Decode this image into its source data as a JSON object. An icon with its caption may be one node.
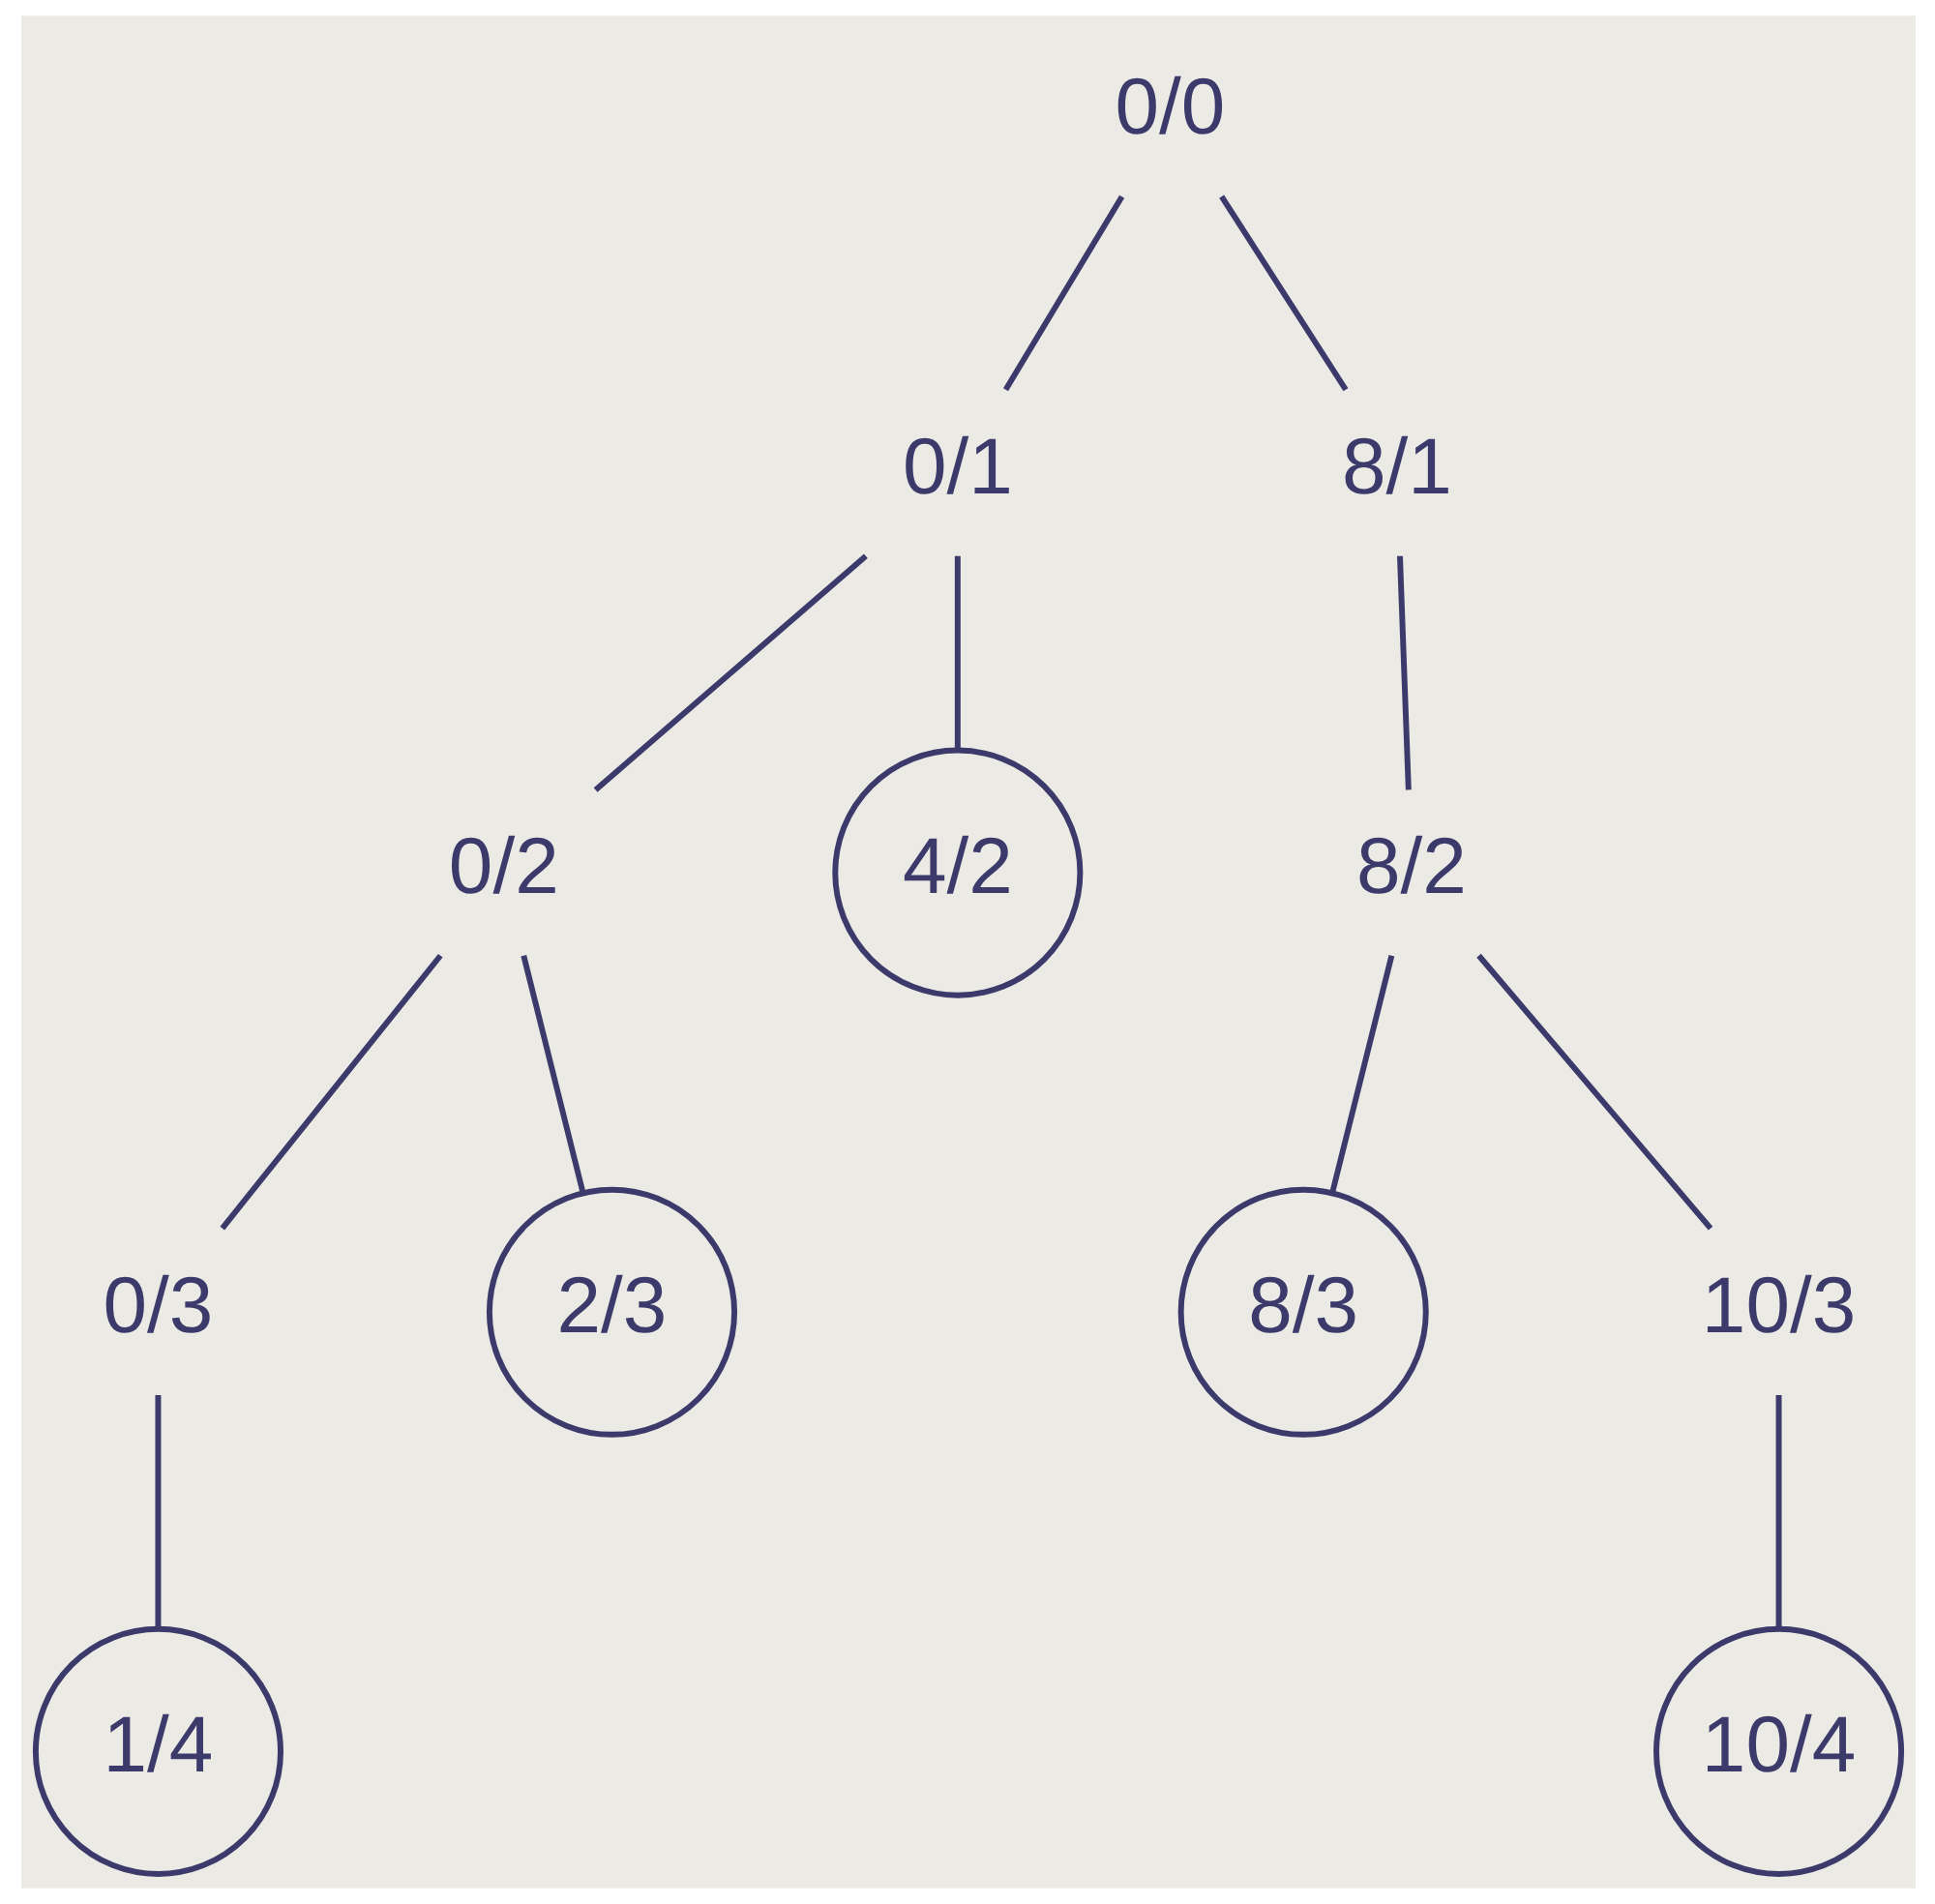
{
  "diagram": {
    "nodes": [
      {
        "text": [
          "0/0"
        ]
      },
      {
        "text": [
          "0/1"
        ]
      },
      {
        "text": [
          "8/1"
        ]
      },
      {
        "text": [
          "0/2"
        ]
      },
      {
        "text": [
          "4/2"
        ]
      },
      {
        "text": [
          "8/2"
        ]
      },
      {
        "text": [
          "0/3"
        ]
      },
      {
        "text": [
          "2/3"
        ]
      },
      {
        "text": [
          "8/3"
        ]
      },
      {
        "text": [
          "10/3"
        ]
      },
      {
        "text": [
          "1/4"
        ]
      },
      {
        "text": [
          "10/4"
        ]
      }
    ],
    "edges": [
      {
        "from": 0,
        "to": 1,
        "arrow": "none"
      },
      {
        "from": 0,
        "to": 2,
        "arrow": "none"
      },
      {
        "from": 1,
        "to": 3,
        "arrow": "none"
      },
      {
        "from": 1,
        "to": 4,
        "arrow": "none"
      },
      {
        "from": 2,
        "to": 5,
        "arrow": "none"
      },
      {
        "from": 3,
        "to": 6,
        "arrow": "none"
      },
      {
        "from": 3,
        "to": 7,
        "arrow": "none"
      },
      {
        "from": 5,
        "to": 8,
        "arrow": "none"
      },
      {
        "from": 5,
        "to": 9,
        "arrow": "none"
      },
      {
        "from": 6,
        "to": 10,
        "arrow": "none"
      },
      {
        "from": 9,
        "to": 11,
        "arrow": "none"
      }
    ]
  }
}
